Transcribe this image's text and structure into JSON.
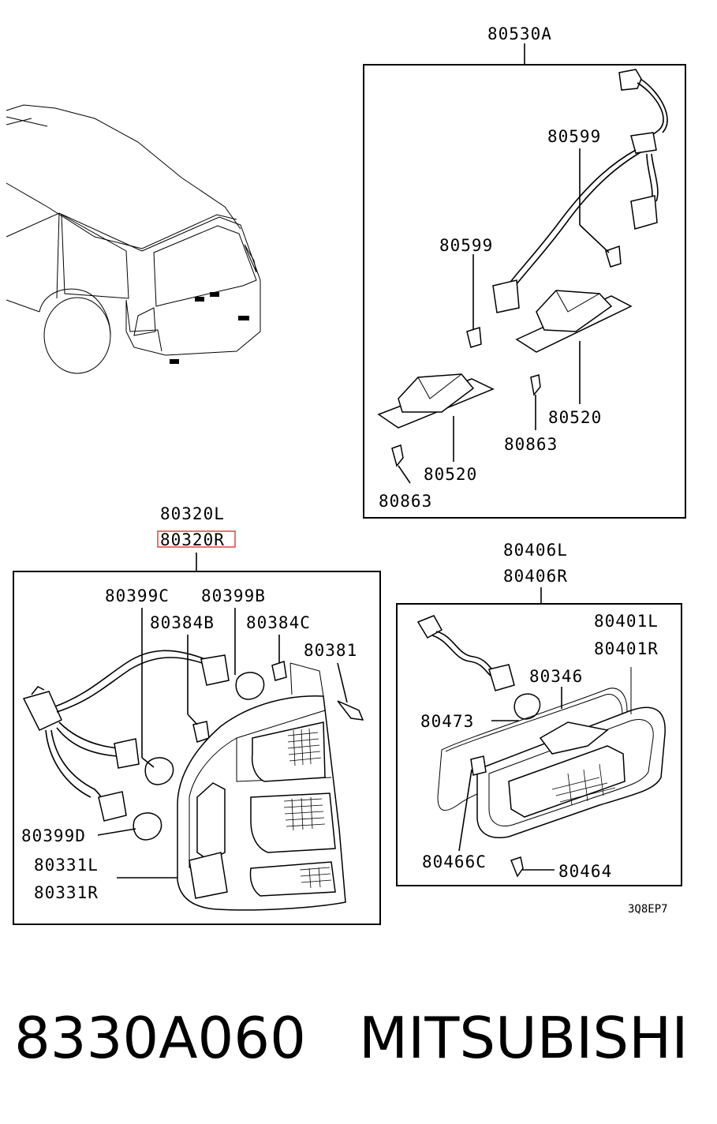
{
  "labels": {
    "assembly_80530A": "80530A",
    "p80599_a": "80599",
    "p80599_b": "80599",
    "p80520_a": "80520",
    "p80520_b": "80520",
    "p80863_a": "80863",
    "p80863_b": "80863",
    "p80320L": "80320L",
    "p80320R": "80320R",
    "p80399C": "80399C",
    "p80399B": "80399B",
    "p80384B": "80384B",
    "p80384C": "80384C",
    "p80381": "80381",
    "p80399D": "80399D",
    "p80331L": "80331L",
    "p80331R": "80331R",
    "p80406L": "80406L",
    "p80406R": "80406R",
    "p80401L": "80401L",
    "p80401R": "80401R",
    "p80346": "80346",
    "p80473": "80473",
    "p80466C": "80466C",
    "p80464": "80464",
    "diagram_code": "3Q8EP7"
  },
  "footer": {
    "part_number": "8330A060",
    "brand": "MITSUBISHI"
  },
  "highlight_color": "#e05050"
}
